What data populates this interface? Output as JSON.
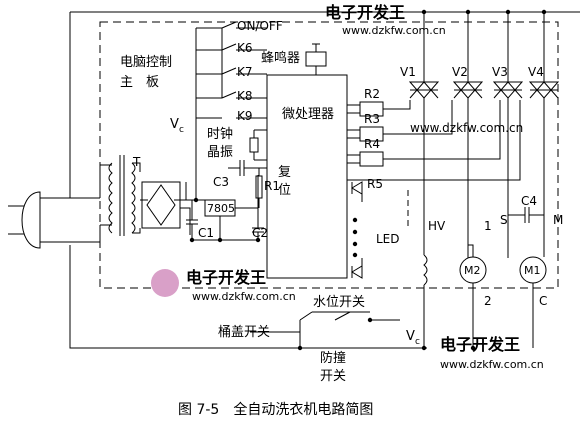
{
  "labels": {
    "on_off": "ON/OFF",
    "k6": "K6",
    "k7": "K7",
    "k8": "K8",
    "k9": "K9",
    "main_board_1": "电脑控制",
    "main_board_2": "主　板",
    "vc_left": "V",
    "vc_left_sub": "c",
    "buzzer": "蜂鸣器",
    "mcu": "微处理器",
    "crystal_1": "时钟",
    "crystal_2": "晶振",
    "reset_1": "复",
    "reset_2": "位",
    "transformer": "T",
    "c3": "C3",
    "r1": "R1",
    "regulator": "7805",
    "c1": "C1",
    "c2": "C2",
    "r2": "R2",
    "r3": "R3",
    "r4": "R4",
    "r5": "R5",
    "v1": "V1",
    "v2": "V2",
    "v3": "V3",
    "v4": "V4",
    "led": "LED",
    "hv": "HV",
    "m2": "M2",
    "m1": "M1",
    "c4": "C4",
    "s": "S",
    "m": "M",
    "one": "1",
    "two": "2",
    "c": "C",
    "water_switch": "水位开关",
    "lid_switch": "桶盖开关",
    "vc_bottom": "V",
    "vc_bottom_sub": "c",
    "anti_1": "防撞",
    "anti_2": "开关"
  },
  "caption": "图 7-5　全自动洗衣机电路简图",
  "watermark": {
    "brand": "电子开发王",
    "url": "www.dzkfw.com.cn"
  },
  "colors": {
    "watermark": "#b9d9a6",
    "watermark_logo": "#d9a0c8"
  }
}
